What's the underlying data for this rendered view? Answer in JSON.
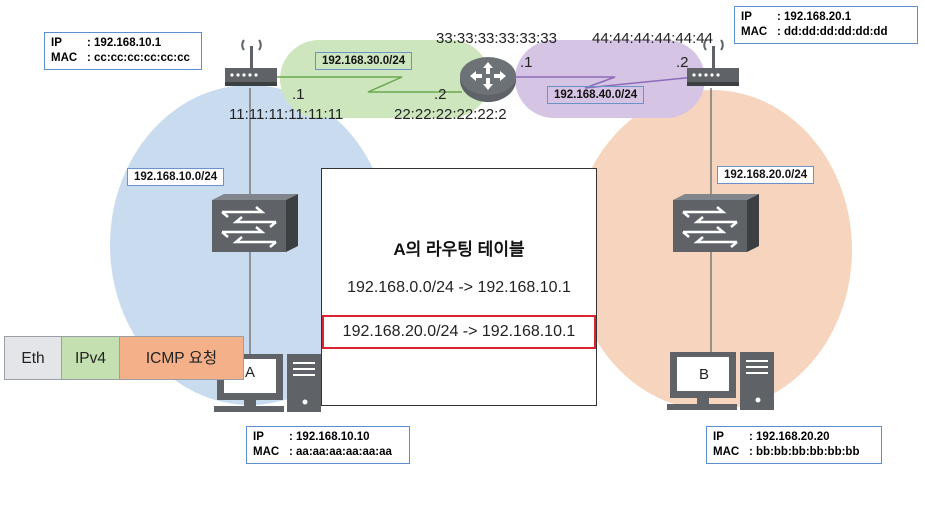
{
  "router_a": {
    "ip_key": "IP",
    "ip_value": ": 192.168.10.1",
    "mac_key": "MAC",
    "mac_value": ": cc:cc:cc:cc:cc:cc",
    "if_left": ".1",
    "mac_bottom": "11:11:11:11:11:11"
  },
  "router_b": {
    "ip_key": "IP",
    "ip_value": ": 192.168.20.1",
    "mac_key": "MAC",
    "mac_value": ": dd:dd:dd:dd:dd:dd",
    "if_right": ".2",
    "mac_top": "44:44:44:44:44:44"
  },
  "core_router": {
    "mac_top": "33:33:33:33:33:33",
    "if_left": ".2",
    "if_right": ".1",
    "mac_bottom": "22:22:22:22:22:2"
  },
  "networks": {
    "left_link": "192.168.30.0/24",
    "right_link": "192.168.40.0/24",
    "lan_a": "192.168.10.0/24",
    "lan_b": "192.168.20.0/24"
  },
  "host_a": {
    "label": "A",
    "ip_key": "IP",
    "ip_value": ": 192.168.10.10",
    "mac_key": "MAC",
    "mac_value": ": aa:aa:aa:aa:aa:aa"
  },
  "host_b": {
    "label": "B",
    "ip_key": "IP",
    "ip_value": ": 192.168.20.20",
    "mac_key": "MAC",
    "mac_value": ": bb:bb:bb:bb:bb:bb"
  },
  "routing_table": {
    "title": "A의 라우팅 테이블",
    "rows": [
      "192.168.0.0/24 -> 192.168.10.1",
      "192.168.20.0/24 -> 192.168.10.1"
    ],
    "highlight_color": "#d9232e"
  },
  "packet": {
    "eth": "Eth",
    "ipv4": "IPv4",
    "icmp": "ICMP 요청"
  },
  "colors": {
    "lan_a_zone": "#c9dcef",
    "lan_b_zone": "#f6d4bd",
    "link_30_zone": "#cde6bd",
    "link_40_zone": "#d5c4e3"
  }
}
